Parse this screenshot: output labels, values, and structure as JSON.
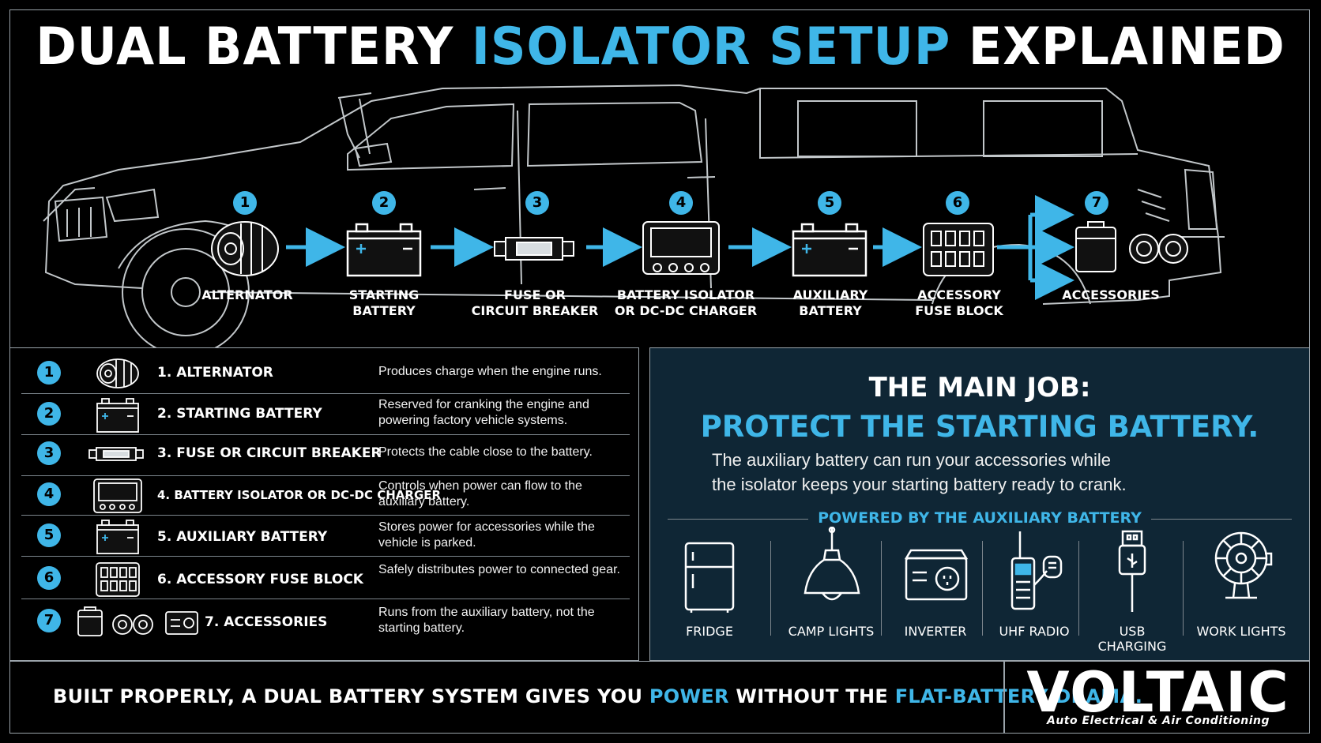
{
  "title": {
    "part1": "DUAL BATTERY ",
    "accent": "ISOLATOR SETUP",
    "part2": " EXPLAINED"
  },
  "colors": {
    "accent": "#3fb6e8",
    "panel": "#0f2635",
    "line": "#9aa3aa"
  },
  "flow": [
    {
      "num": "1",
      "label": "ALTERNATOR",
      "icon": "alternator-icon"
    },
    {
      "num": "2",
      "label": "STARTING\nBATTERY",
      "icon": "battery-icon"
    },
    {
      "num": "3",
      "label": "FUSE OR\nCIRCUIT BREAKER",
      "icon": "fuse-icon"
    },
    {
      "num": "4",
      "label": "BATTERY ISOLATOR\nOR DC-DC CHARGER",
      "icon": "isolator-icon"
    },
    {
      "num": "5",
      "label": "AUXILIARY\nBATTERY",
      "icon": "battery-icon"
    },
    {
      "num": "6",
      "label": "ACCESSORY\nFUSE BLOCK",
      "icon": "fuse-block-icon"
    },
    {
      "num": "7",
      "label": "ACCESSORIES",
      "icon": "accessories-icon"
    }
  ],
  "components": [
    {
      "num": "1",
      "name": "1. ALTERNATOR",
      "desc": "Produces charge when the engine runs."
    },
    {
      "num": "2",
      "name": "2. STARTING BATTERY",
      "desc": "Reserved for cranking the engine and powering factory vehicle systems."
    },
    {
      "num": "3",
      "name": "3. FUSE OR CIRCUIT BREAKER",
      "desc": "Protects the cable close to the battery."
    },
    {
      "num": "4",
      "name": "4. BATTERY ISOLATOR OR DC-DC CHARGER",
      "desc": "Controls when power can flow to the auxiliary battery."
    },
    {
      "num": "5",
      "name": "5. AUXILIARY BATTERY",
      "desc": "Stores power for accessories while the vehicle is parked."
    },
    {
      "num": "6",
      "name": "6. ACCESSORY FUSE BLOCK",
      "desc": "Safely distributes power to connected gear."
    },
    {
      "num": "7",
      "name": "7. ACCESSORIES",
      "desc": "Runs from the auxiliary battery, not the starting battery."
    }
  ],
  "main_job": {
    "heading": "THE MAIN JOB:",
    "subheading": "PROTECT THE STARTING BATTERY.",
    "body": "The auxiliary battery can run your accessories while\nthe isolator keeps your starting battery ready to crank.",
    "powered_by": "POWERED BY THE AUXILIARY BATTERY",
    "accessories": [
      {
        "label": "FRIDGE",
        "icon": "fridge-icon"
      },
      {
        "label": "CAMP LIGHTS",
        "icon": "camp-light-icon"
      },
      {
        "label": "INVERTER",
        "icon": "inverter-icon"
      },
      {
        "label": "UHF RADIO",
        "icon": "uhf-radio-icon"
      },
      {
        "label": "USB CHARGING",
        "icon": "usb-icon"
      },
      {
        "label": "WORK LIGHTS",
        "icon": "work-light-icon"
      }
    ]
  },
  "footer": {
    "part1": "BUILT PROPERLY, A DUAL BATTERY SYSTEM GIVES YOU ",
    "accent1": "POWER",
    "part2": " WITHOUT THE ",
    "accent2": "FLAT-BATTERY DRAMA."
  },
  "brand": {
    "name": "VOLTAIC",
    "tagline": "Auto Electrical & Air Conditioning"
  }
}
